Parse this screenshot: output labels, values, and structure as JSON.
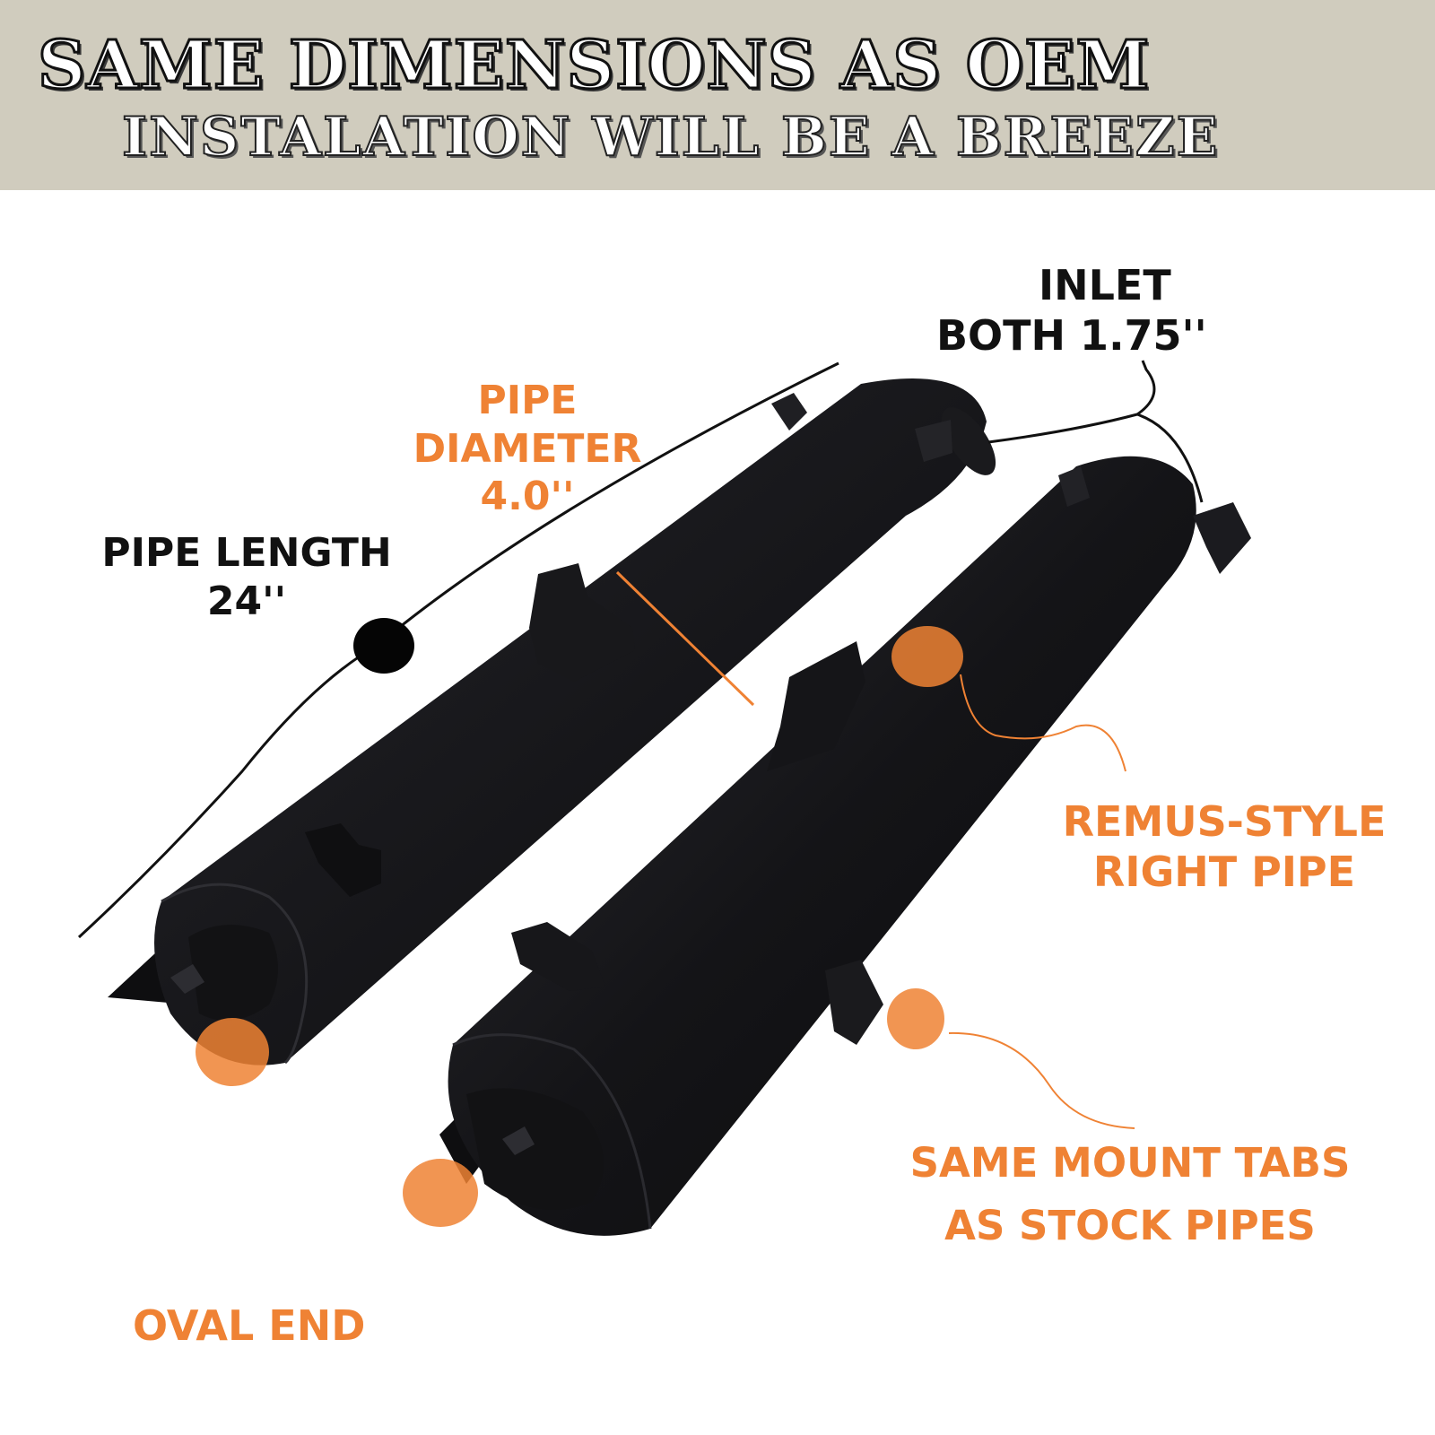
{
  "banner": {
    "line1": "SAME DIMENSIONS AS OEM",
    "line2": "INSTALATION WILL BE A BREEZE",
    "background": "#d0ccbe"
  },
  "colors": {
    "accent": "#ef8234",
    "text": "#111111",
    "pipe": "#111114"
  },
  "callouts": {
    "inlet": {
      "line1": "INLET",
      "line2": "BOTH 1.75''"
    },
    "diameter": {
      "line1": "PIPE",
      "line2": "DIAMETER",
      "line3": "4.0''"
    },
    "length": {
      "line1": "PIPE LENGTH",
      "line2": "24''"
    },
    "remus": {
      "line1": "REMUS-STYLE",
      "line2": "RIGHT PIPE"
    },
    "tabs": {
      "line1": "SAME MOUNT TABS",
      "line2": "AS STOCK PIPES"
    },
    "oval": {
      "line1": "OVAL END"
    }
  },
  "icons": [
    "logo-mark-icon"
  ]
}
